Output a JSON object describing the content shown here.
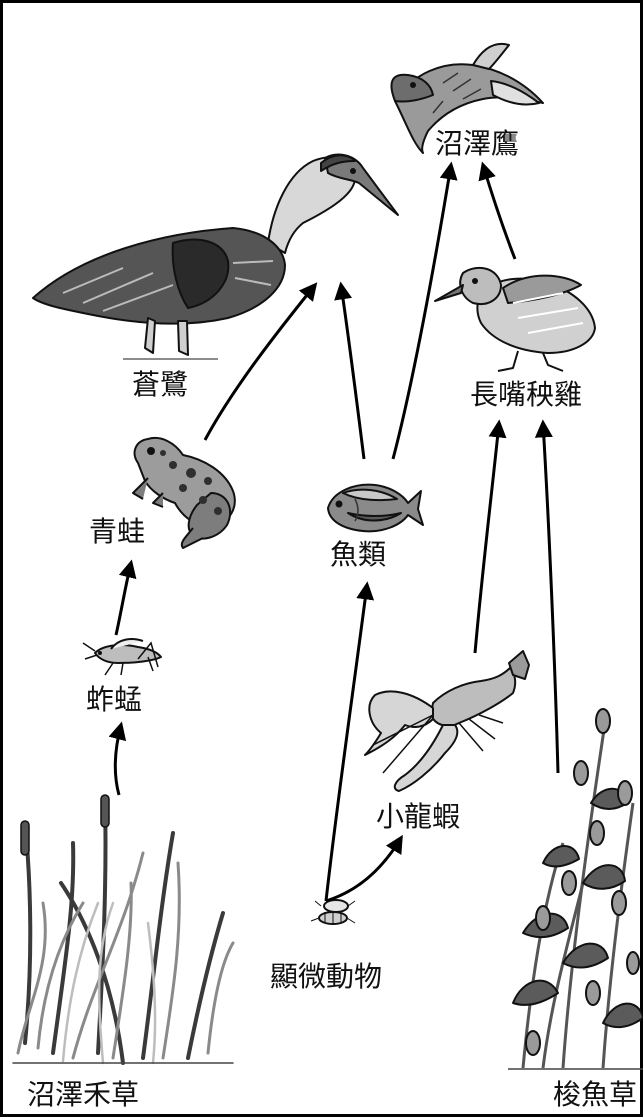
{
  "labels": {
    "marsh_hawk": "沼澤鷹",
    "heron": "蒼鷺",
    "rail": "長嘴秧雞",
    "frog": "青蛙",
    "fish": "魚類",
    "grasshopper": "蚱蜢",
    "crayfish": "小龍蝦",
    "zooplankton": "顯微動物",
    "marsh_grass": "沼澤禾草",
    "pickerelweed": "梭魚草"
  },
  "colors": {
    "arrow": "#000000",
    "ink": "#111111",
    "dark": "#3a3a3a",
    "mid": "#8a8a8a",
    "light": "#cfcfcf"
  }
}
